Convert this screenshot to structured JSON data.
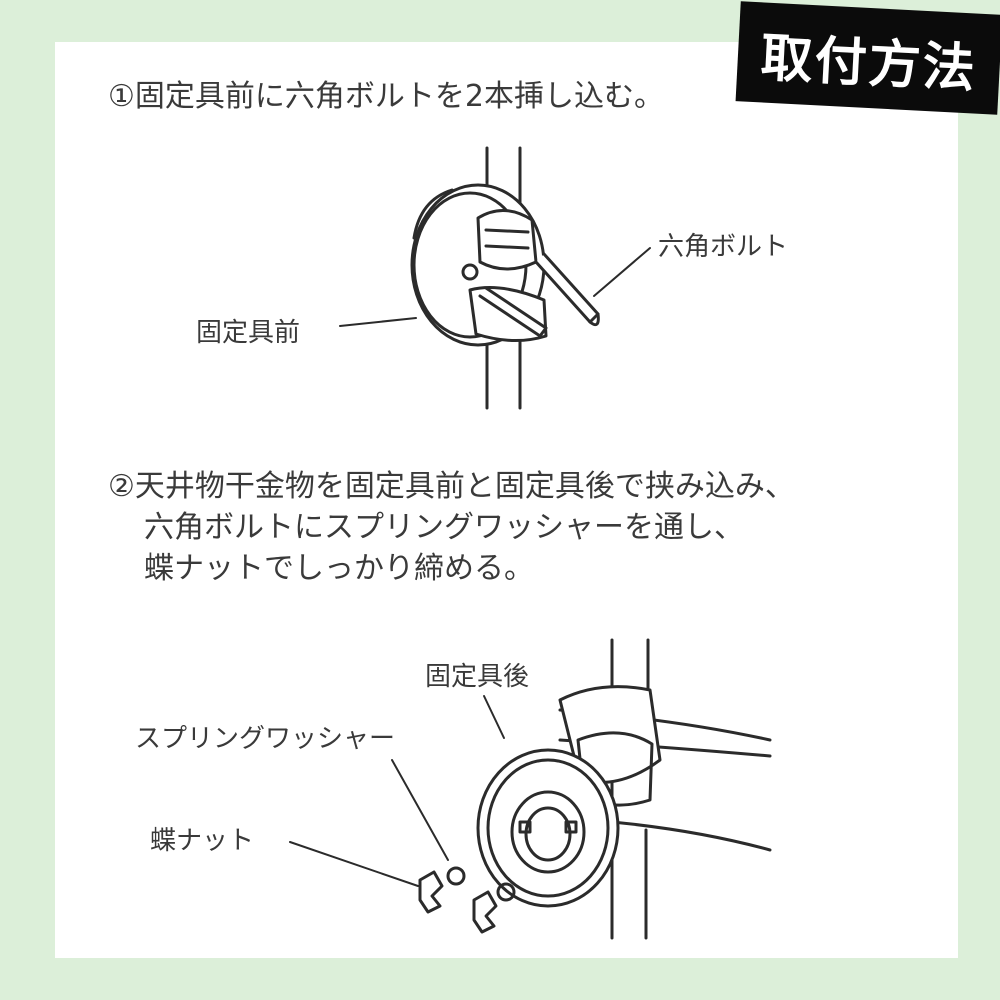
{
  "header": {
    "title": "取付方法"
  },
  "step1": {
    "text": "①固定具前に六角ボルトを2本挿し込む。"
  },
  "step2": {
    "line1": "②天井物干金物を固定具前と固定具後で挟み込み、",
    "line2": "六角ボルトにスプリングワッシャーを通し、",
    "line3": "蝶ナットでしっかり締める。"
  },
  "figure1": {
    "labels": {
      "hex_bolt": "六角ボルト",
      "front_fixture": "固定具前"
    }
  },
  "figure2": {
    "labels": {
      "rear_fixture": "固定具後",
      "spring_washer": "スプリングワッシャー",
      "wing_nut": "蝶ナット"
    }
  },
  "colors": {
    "background": "#dcefd9",
    "badge": "#0b0b0b",
    "text": "#3a3a3a"
  }
}
